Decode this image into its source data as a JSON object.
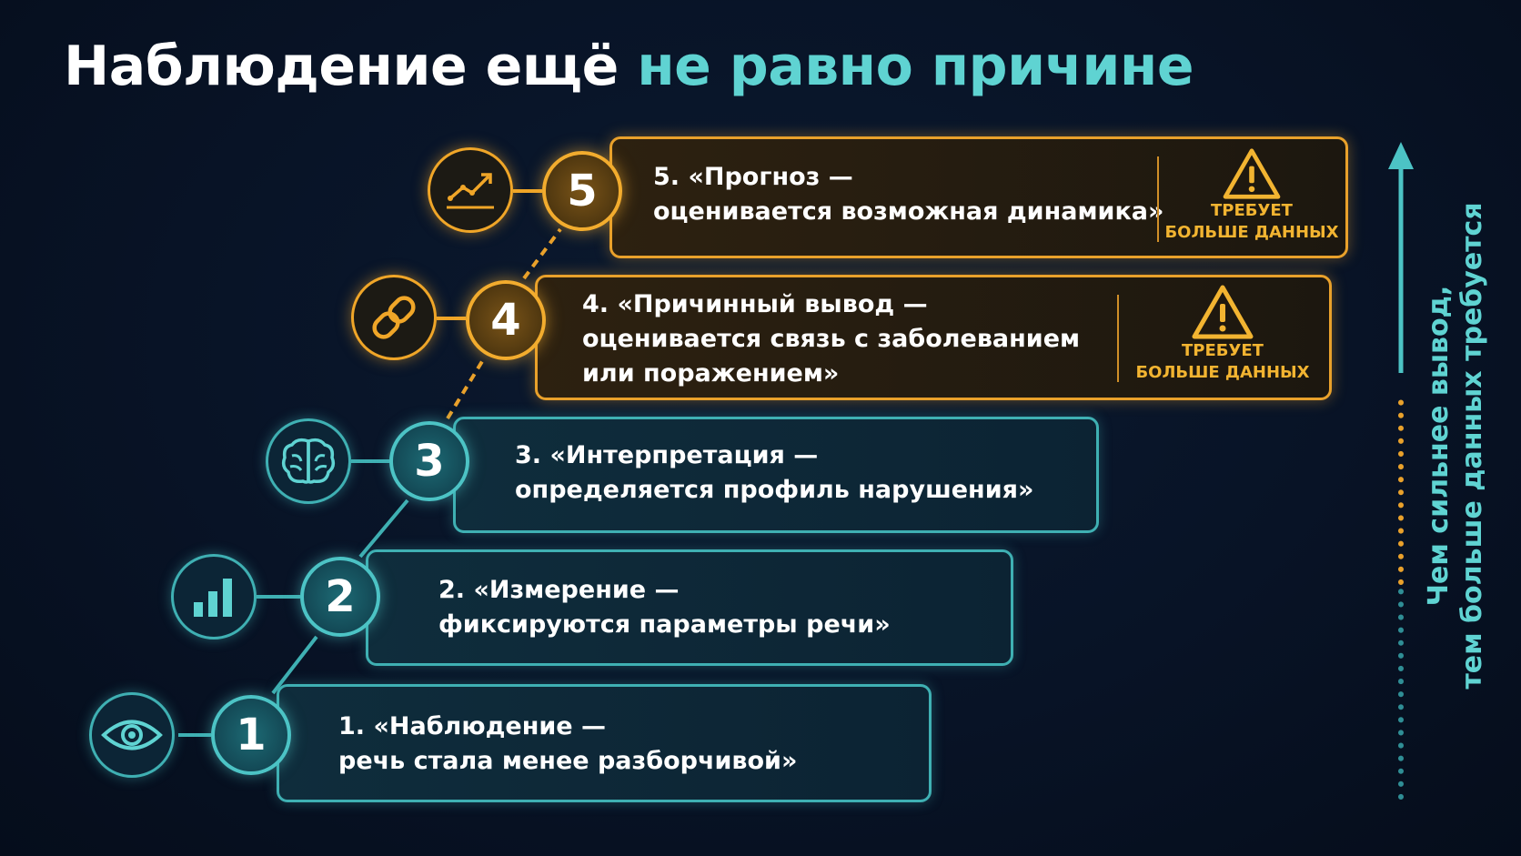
{
  "title": {
    "part1": "Наблюдение ещё",
    "part2": "не равно причине"
  },
  "steps": [
    {
      "number": "1",
      "icon": "eye-icon",
      "line1": "1. «Наблюдение —",
      "line2": "речь стала менее разборчивой»",
      "warning": false
    },
    {
      "number": "2",
      "icon": "bar-chart-icon",
      "line1": "2. «Измерение —",
      "line2": "фиксируются параметры речи»",
      "warning": false
    },
    {
      "number": "3",
      "icon": "brain-icon",
      "line1": "3. «Интерпретация —",
      "line2": "определяется профиль нарушения»",
      "warning": false
    },
    {
      "number": "4",
      "icon": "chain-link-icon",
      "line1": "4. «Причинный вывод —",
      "line2": "оценивается связь с заболеванием",
      "line3": "или поражением»",
      "warning": true
    },
    {
      "number": "5",
      "icon": "trend-up-icon",
      "line1": "5. «Прогноз —",
      "line2": "оценивается возможная динамика»",
      "warning": true
    }
  ],
  "warning_badge": {
    "icon": "warning-triangle-icon",
    "line1": "ТРЕБУЕТ",
    "line2": "БОЛЬШЕ ДАННЫХ"
  },
  "axis": {
    "icon": "arrow-up-icon",
    "line1": "Чем сильнее вывод,",
    "line2": "тем больше данных требуется"
  },
  "colors": {
    "teal": "#3fb0b3",
    "gold": "#f0a628",
    "title_accent": "#5fd3d2",
    "warning_text": "#f2b431",
    "background": "#081326"
  }
}
